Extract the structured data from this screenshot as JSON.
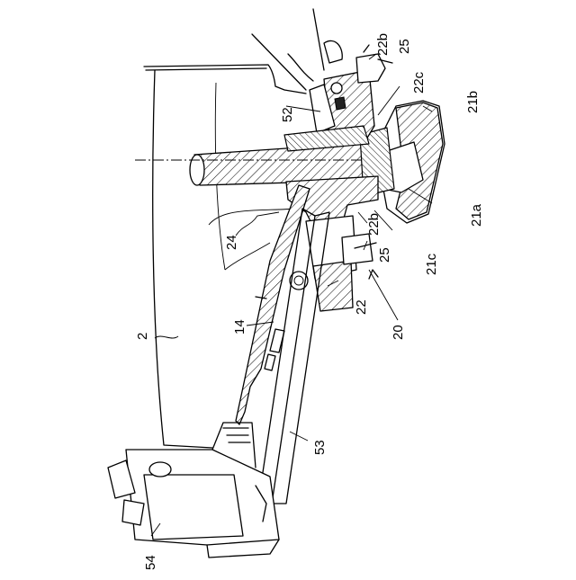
{
  "labels": {
    "l2": "2",
    "l14": "14",
    "l20": "20",
    "l21a": "21a",
    "l21b": "21b",
    "l21c": "21c",
    "l22": "22",
    "l22b_top": "22b",
    "l22b_low": "22b",
    "l22c": "22c",
    "l24": "24",
    "l25_top": "25",
    "l25_low": "25",
    "l52": "52",
    "l53": "53",
    "l54": "54"
  }
}
